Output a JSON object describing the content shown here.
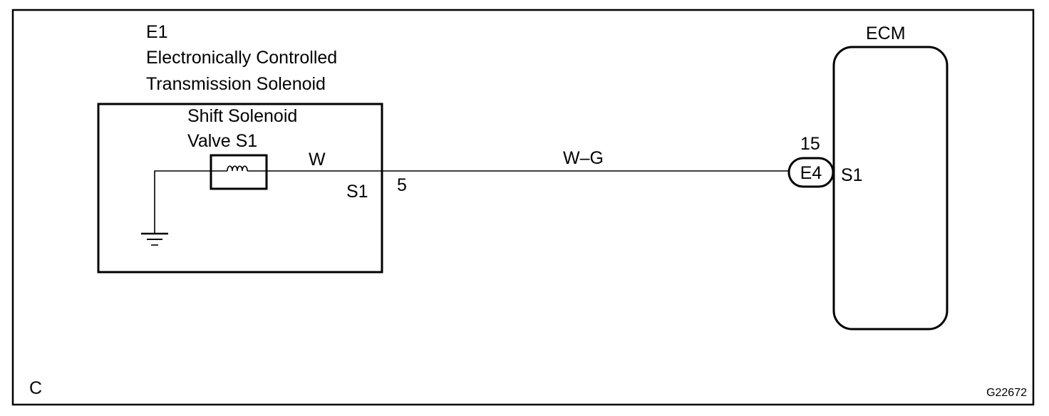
{
  "component": {
    "code": "E1",
    "name_line1": "Electronically Controlled",
    "name_line2": "Transmission Solenoid",
    "solenoid_line1": "Shift Solenoid",
    "solenoid_line2": "Valve S1",
    "internal_wire": "W",
    "terminal_name": "S1",
    "pin": "5"
  },
  "harness": {
    "wire_color": "W–G"
  },
  "ecm": {
    "label": "ECM",
    "pin": "15",
    "connector": "E4",
    "terminal_name": "S1"
  },
  "frame": {
    "corner_letter": "C",
    "figure_id": "G22672"
  }
}
